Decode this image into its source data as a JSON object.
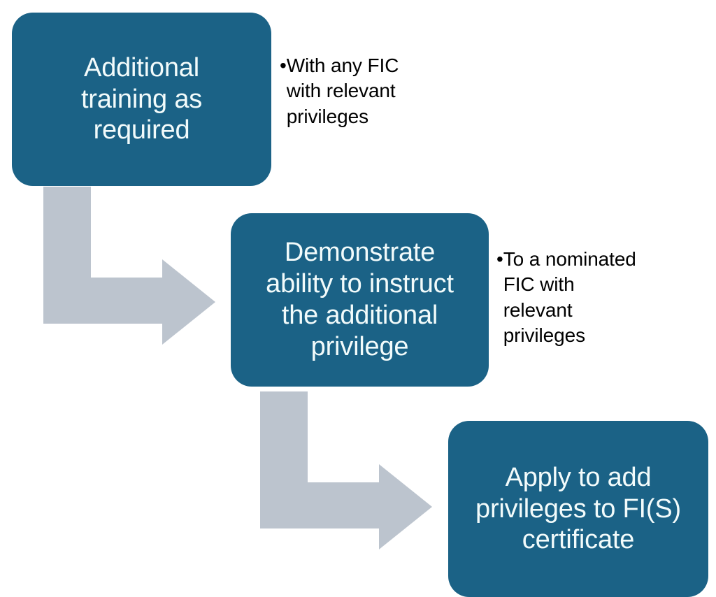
{
  "diagram": {
    "type": "flowchart",
    "orientation": "top-left to bottom-right, stepped",
    "theme": {
      "box_fill": "#1B6286",
      "box_text": "#F2FBFB",
      "arrow_fill": "#BCC4CE",
      "note_text": "#000000",
      "background": "#FFFFFF"
    },
    "steps": [
      {
        "id": "step-1",
        "label": "Additional\ntraining as\nrequired",
        "note_bullet": "•",
        "note": "With any FIC\nwith relevant\nprivileges"
      },
      {
        "id": "step-2",
        "label": "Demonstrate\nability to instruct\nthe additional\nprivilege",
        "note_bullet": "•",
        "note": "To a nominated\nFIC with\nrelevant\nprivileges"
      },
      {
        "id": "step-3",
        "label": "Apply to add\nprivileges to FI(S)\ncertificate",
        "note_bullet": "",
        "note": ""
      }
    ],
    "connectors": [
      {
        "id": "connector-1",
        "from": "step-1",
        "to": "step-2",
        "shape": "elbow-down-right-arrow"
      },
      {
        "id": "connector-2",
        "from": "step-2",
        "to": "step-3",
        "shape": "elbow-down-right-arrow"
      }
    ]
  }
}
